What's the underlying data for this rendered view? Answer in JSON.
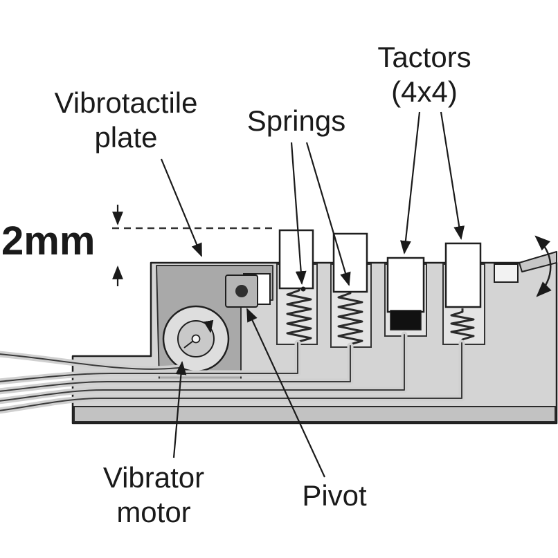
{
  "labels": {
    "tactors": "Tactors",
    "tactors_grid": "(4x4)",
    "vibrotactile_plate_line1": "Vibrotactile",
    "vibrotactile_plate_line2": "plate",
    "springs": "Springs",
    "dimension_2mm": "2mm",
    "vibrator_motor_line1": "Vibrator",
    "vibrator_motor_line2": "motor",
    "pivot": "Pivot"
  },
  "colors": {
    "outline": "#1f1f1f",
    "body_gray": "#d4d4d4",
    "plate_gray": "#a9a9a9",
    "channel_gray": "#e4e4e4",
    "base_strip_gray": "#c2c2c2",
    "tactor_white": "#ffffff",
    "tactor_black_band": "#111111"
  }
}
